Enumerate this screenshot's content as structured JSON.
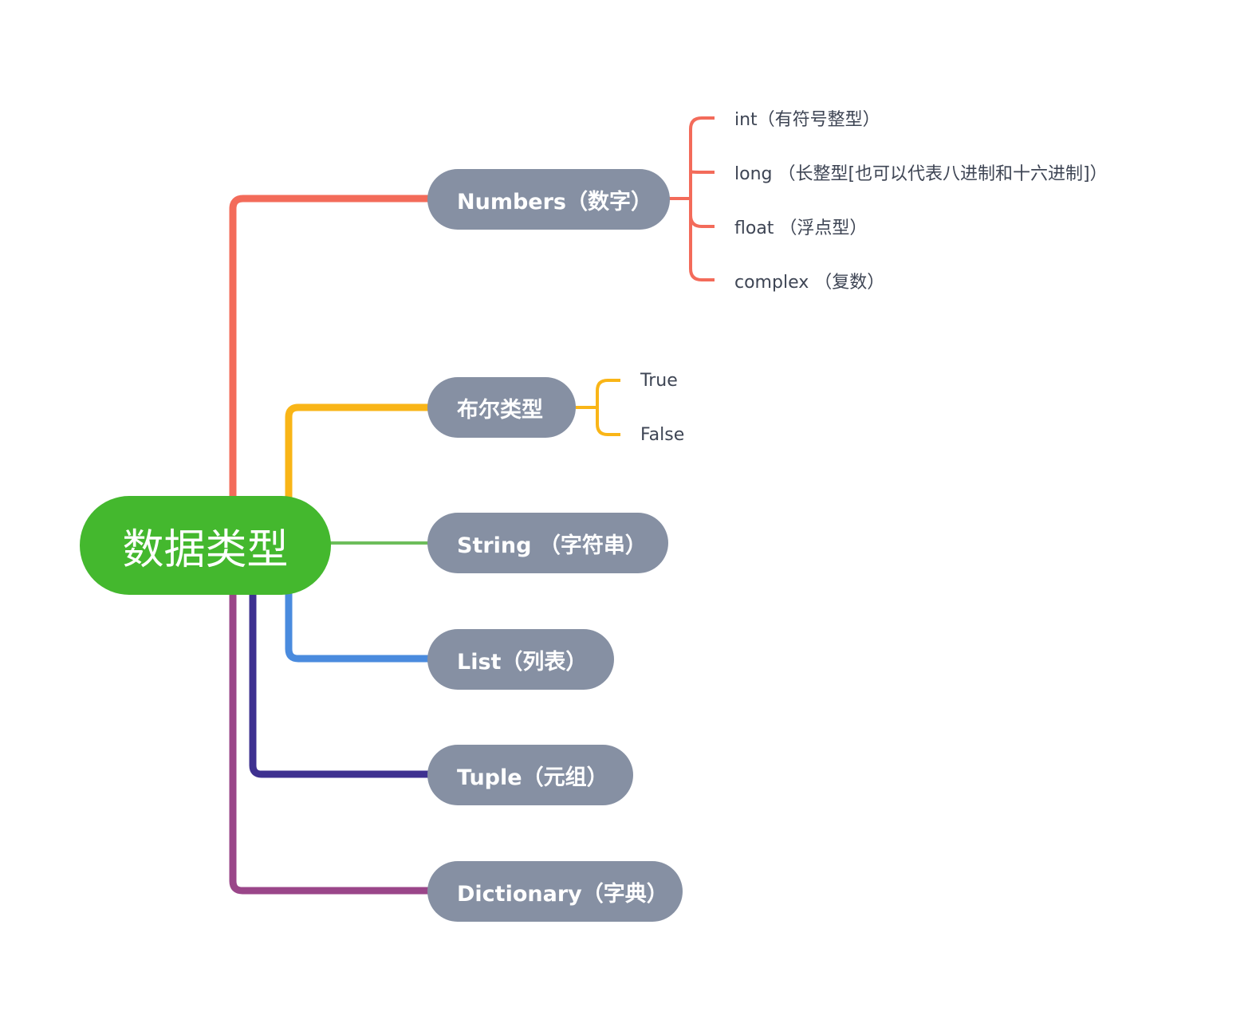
{
  "colors": {
    "background": "#ffffff",
    "root_fill": "#44b82e",
    "branch_fill": "#8690a3",
    "node_text": "#ffffff",
    "leaf_text": "#3e4554"
  },
  "root": {
    "label": "数据类型"
  },
  "branches": [
    {
      "label": "Numbers（数字）",
      "color": "#f36b5a",
      "children": [
        {
          "label": "int（有符号整型）"
        },
        {
          "label": "long （长整型[也可以代表八进制和十六进制]）"
        },
        {
          "label": "float （浮点型）"
        },
        {
          "label": "complex （复数）"
        }
      ]
    },
    {
      "label": "布尔类型",
      "color": "#f9b517",
      "children": [
        {
          "label": "True"
        },
        {
          "label": "False"
        }
      ]
    },
    {
      "label": "String （字符串）",
      "color": "#6dbd5b",
      "children": []
    },
    {
      "label": "List（列表）",
      "color": "#4a8bde",
      "children": []
    },
    {
      "label": "Tuple（元组）",
      "color": "#3e3190",
      "children": []
    },
    {
      "label": "Dictionary（字典）",
      "color": "#9a4689",
      "children": []
    }
  ]
}
